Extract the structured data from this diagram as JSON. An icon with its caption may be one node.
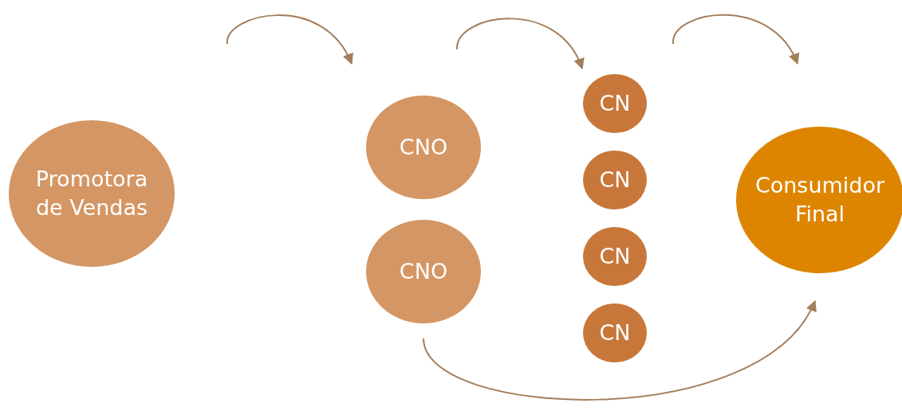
{
  "diagram": {
    "nodes": [
      {
        "text": [
          "Promotora de Vendas"
        ]
      },
      {
        "text": [
          "CNO"
        ]
      },
      {
        "text": [
          "CNO"
        ]
      },
      {
        "text": [
          "CN"
        ]
      },
      {
        "text": [
          "CN"
        ]
      },
      {
        "text": [
          "CN"
        ]
      },
      {
        "text": [
          "CN"
        ]
      },
      {
        "text": [
          "Consumidor Final"
        ]
      }
    ],
    "edges": [
      {
        "from": 2,
        "to": 7,
        "arrow": "to"
      }
    ]
  }
}
